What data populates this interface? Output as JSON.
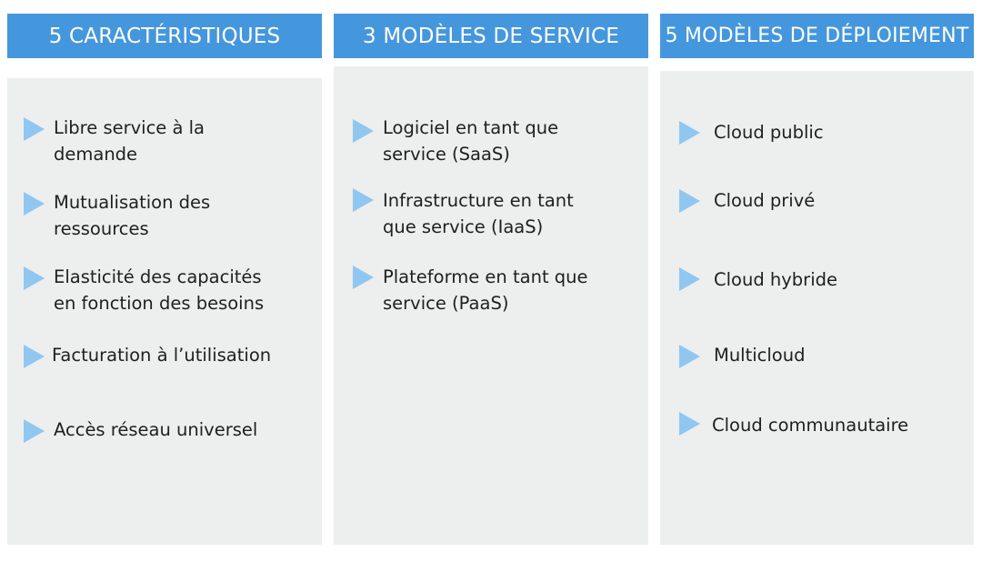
{
  "columns": [
    {
      "title": "5 CARACTÉRISTIQUES",
      "items": [
        "Libre service à la\ndemande",
        "Mutualisation des\nressources",
        "Elasticité des capacités\nen fonction des besoins",
        "Facturation à l’utilisation",
        "Accès réseau universel"
      ]
    },
    {
      "title": "3 MODÈLES DE SERVICE",
      "items": [
        "Logiciel en tant que\nservice (SaaS)",
        "Infrastructure en tant\nque service (IaaS)",
        "Plateforme en tant que\nservice (PaaS)"
      ]
    },
    {
      "title": "5 MODÈLES DE DÉPLOIEMENT",
      "items": [
        "Cloud public",
        "Cloud privé",
        "Cloud hybride",
        "Multicloud",
        "Cloud communautaire"
      ]
    }
  ],
  "colors": {
    "header_bg": "#4597dd",
    "header_text": "#ffffff",
    "panel_bg": "#edeeee",
    "bullet": "#90c7f1",
    "text": "#1f1f1f"
  },
  "icons": {
    "bullet": "triangle-right-icon"
  }
}
